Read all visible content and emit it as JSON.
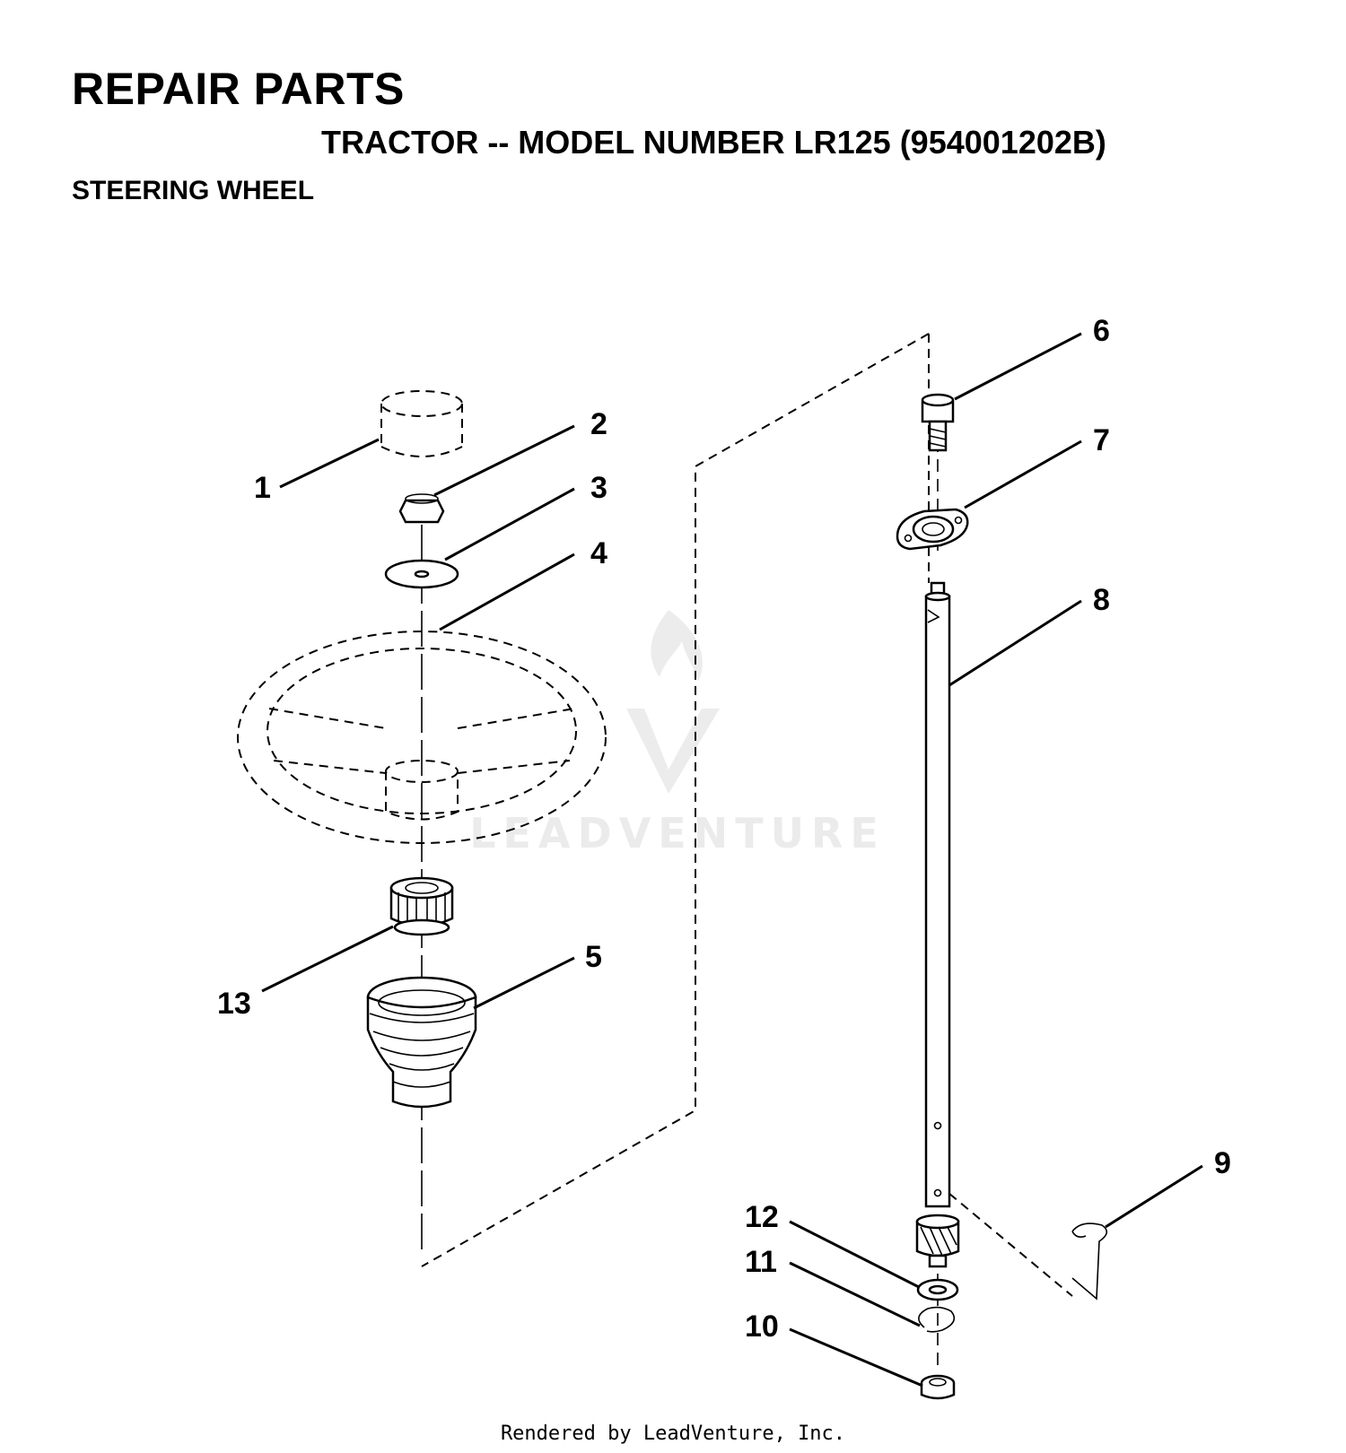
{
  "header": {
    "title": "REPAIR PARTS",
    "subtitle": "TRACTOR -- MODEL NUMBER LR125 (954001202B)",
    "section": "STEERING WHEEL"
  },
  "callouts": [
    {
      "id": "1",
      "label": "1"
    },
    {
      "id": "2",
      "label": "2"
    },
    {
      "id": "3",
      "label": "3"
    },
    {
      "id": "4",
      "label": "4"
    },
    {
      "id": "5",
      "label": "5"
    },
    {
      "id": "6",
      "label": "6"
    },
    {
      "id": "7",
      "label": "7"
    },
    {
      "id": "8",
      "label": "8"
    },
    {
      "id": "9",
      "label": "9"
    },
    {
      "id": "10",
      "label": "10"
    },
    {
      "id": "11",
      "label": "11"
    },
    {
      "id": "12",
      "label": "12"
    },
    {
      "id": "13",
      "label": "13"
    }
  ],
  "watermark": {
    "text": "LEADVENTURE",
    "icon": "flame-v-logo-icon"
  },
  "footer": {
    "text": "Rendered by LeadVenture, Inc."
  }
}
